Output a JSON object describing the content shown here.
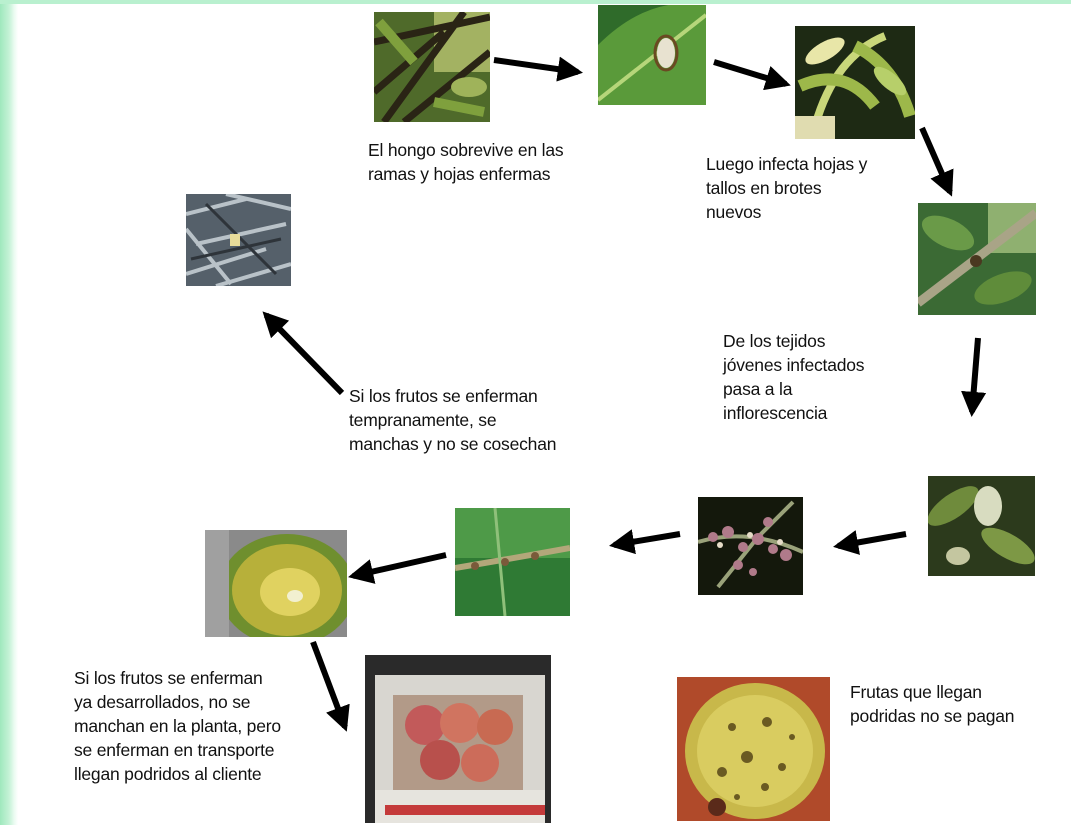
{
  "captions": {
    "step1": [
      "El hongo sobrevive en las",
      "ramas y hojas enfermas"
    ],
    "step2": [
      "Luego infecta hojas y",
      "tallos en brotes",
      "nuevos"
    ],
    "step3": [
      "De los tejidos",
      "jóvenes infectados",
      "pasa a la",
      "inflorescencia"
    ],
    "early": [
      "Si los frutos se enferman",
      "tempranamente, se",
      "manchas y no se cosechan"
    ],
    "late": [
      "Si los frutos se enferman",
      "ya desarrollados, no se",
      "manchan en la planta, pero",
      "se enferman en transporte",
      "llegan podridos al cliente"
    ],
    "unpaid": [
      "Frutas que llegan",
      "podridas no se pagan"
    ]
  },
  "images": [
    "branch-photo",
    "leaf-lesion-photo",
    "young-shoots-photo",
    "infected-stem-photo",
    "inflorescence-leaves-photo",
    "flower-panicle-photo",
    "leaf-panicle-photo",
    "fruit-on-tree-photo",
    "fruit-box-photo",
    "rotten-fruit-photo",
    "dried-leaves-photo"
  ],
  "colors": {
    "arrow": "#000000",
    "background_edge": "#9fe8bd",
    "text": "#111111"
  }
}
